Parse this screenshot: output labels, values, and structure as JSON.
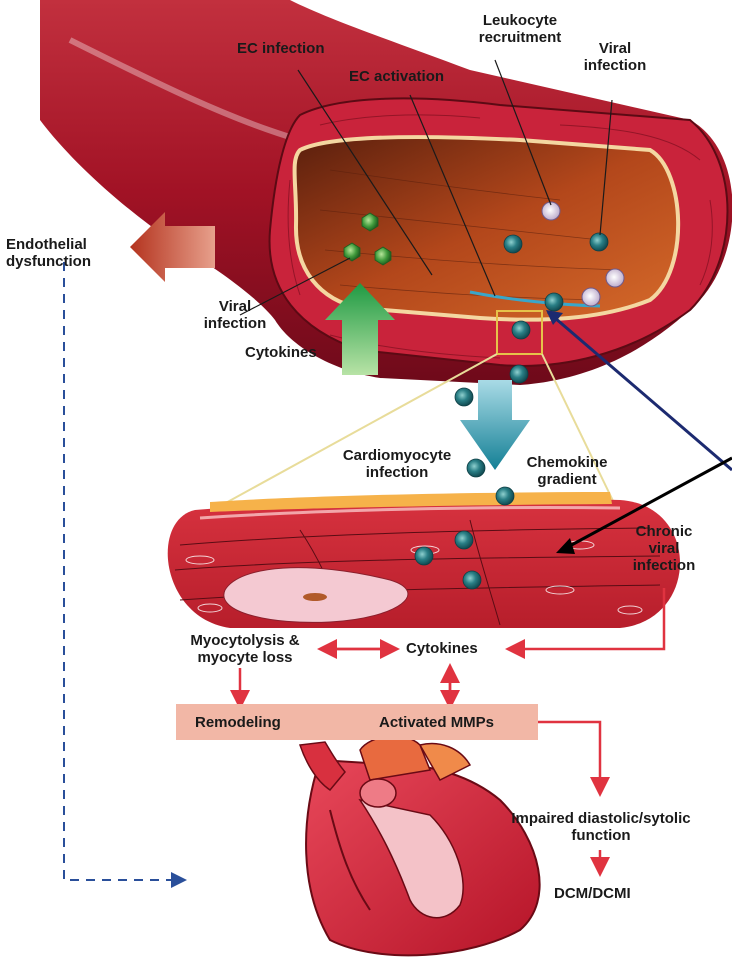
{
  "labels": {
    "ec_infection": "EC infection",
    "ec_activation": "EC activation",
    "leukocyte_recruitment": "Leukocyte\nrecruitment",
    "viral_infection_top": "Viral\ninfection",
    "endothelial_dysfunction": "Endothelial\ndysfunction",
    "viral_infection_left": "Viral\ninfection",
    "cytokines_top": "Cytokines",
    "cardiomyocyte_infection": "Cardiomyocyte\ninfection",
    "chemokine_gradient": "Chemokine\ngradient",
    "chronic_viral_infection": "Chronic\nviral\ninfection",
    "myocytolysis": "Myocytolysis &\nmyocyte loss",
    "cytokines_bottom": "Cytokines",
    "remodeling": "Remodeling",
    "activated_mmps": "Activated MMPs",
    "impaired_function": "Impaired diastolic/sytolic\nfunction",
    "dcm": "DCM/DCMI"
  },
  "colors": {
    "vessel": "#a5142a",
    "vessel_dark": "#6e0a1a",
    "lumen": "#b2461c",
    "virus": "#1f6e75",
    "virus_green": "#3f9a3b",
    "arrow_red": "#c4453a",
    "arrow_green": "#2e9e4c",
    "arrow_teal": "#1f8fa3",
    "flow_red": "#e03340",
    "dashed_blue": "#2a4f9a",
    "box": "#f2b7a6"
  }
}
